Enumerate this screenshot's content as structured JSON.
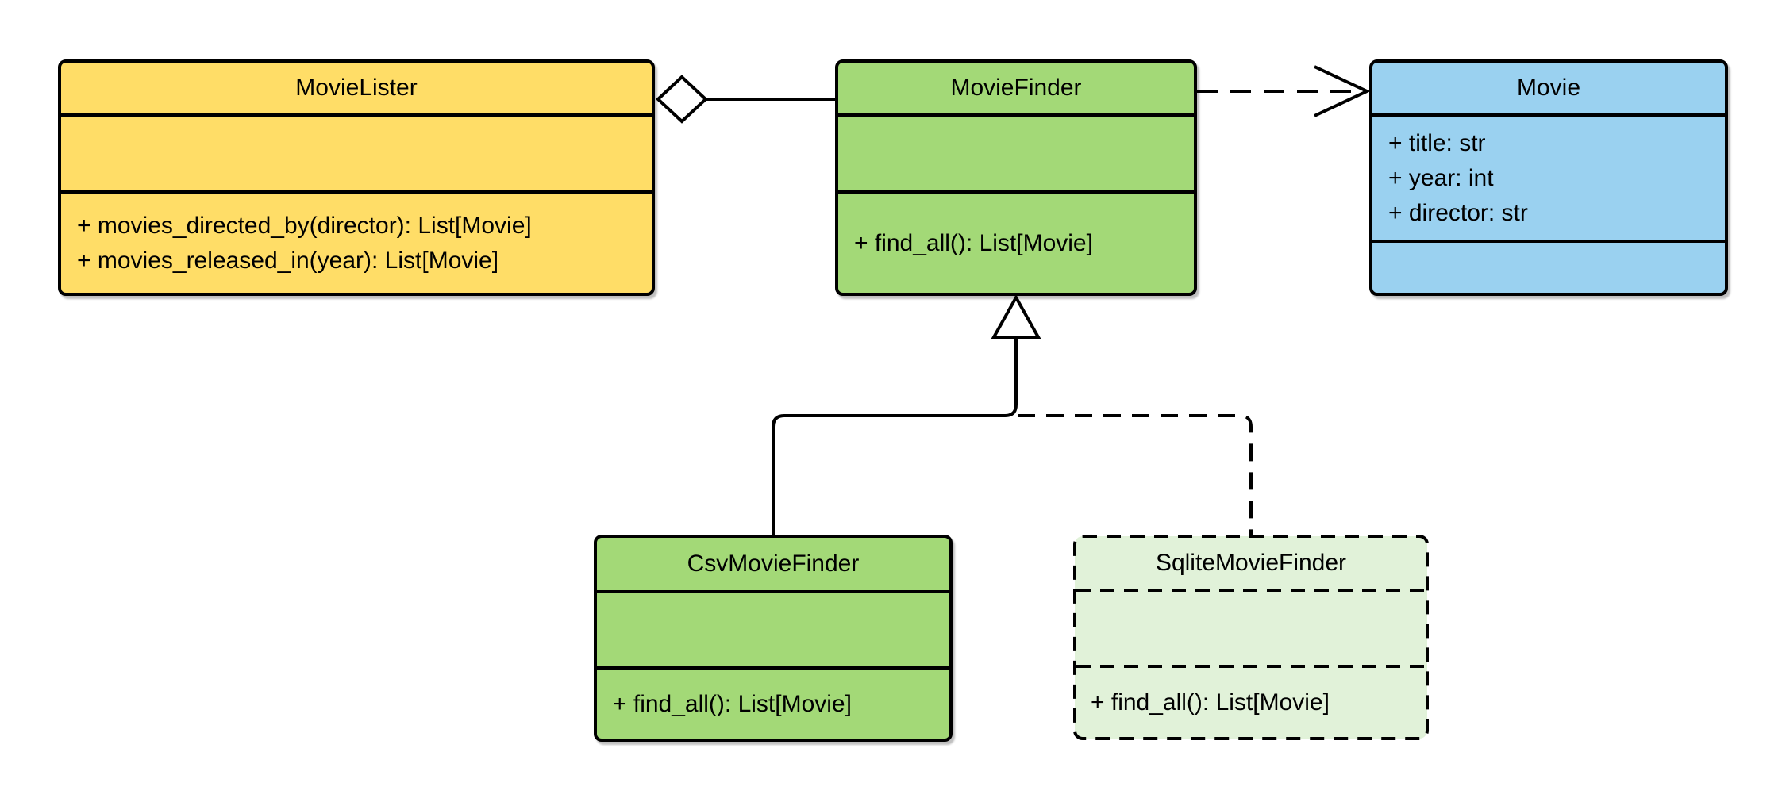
{
  "classes": {
    "movie_lister": {
      "name": "MovieLister",
      "attributes": [],
      "methods": [
        "+ movies_directed_by(director): List[Movie]",
        "+ movies_released_in(year): List[Movie]"
      ]
    },
    "movie_finder": {
      "name": "MovieFinder",
      "attributes": [],
      "methods": [
        "+ find_all(): List[Movie]"
      ]
    },
    "movie": {
      "name": "Movie",
      "attributes": [
        "+ title: str",
        "+ year: int",
        "+ director: str"
      ],
      "methods": []
    },
    "csv_movie_finder": {
      "name": "CsvMovieFinder",
      "attributes": [],
      "methods": [
        "+ find_all(): List[Movie]"
      ]
    },
    "sqlite_movie_finder": {
      "name": "SqliteMovieFinder",
      "attributes": [],
      "methods": [
        "+ find_all(): List[Movie]"
      ]
    }
  },
  "relationships": [
    {
      "from": "MovieLister",
      "to": "MovieFinder",
      "type": "aggregation",
      "line": "solid"
    },
    {
      "from": "MovieFinder",
      "to": "Movie",
      "type": "dependency",
      "line": "dashed"
    },
    {
      "from": "CsvMovieFinder",
      "to": "MovieFinder",
      "type": "inheritance",
      "line": "solid"
    },
    {
      "from": "SqliteMovieFinder",
      "to": "MovieFinder",
      "type": "inheritance",
      "line": "dashed"
    }
  ],
  "colors": {
    "movie_lister_fill": "#FFDD67",
    "movie_finder_fill": "#A3D977",
    "csv_movie_finder_fill": "#A3D977",
    "sqlite_movie_finder_fill": "#E1F2D9",
    "movie_fill": "#9AD1F0",
    "stroke": "#000000",
    "background": "#FFFFFF"
  }
}
